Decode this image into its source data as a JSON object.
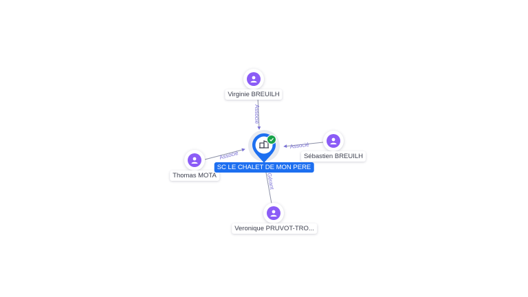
{
  "company": {
    "name": "SC LE CHALET DE MON PERE",
    "verified_color": "#17a34a",
    "accent_color": "#1d6ff0",
    "icon": "building-icon"
  },
  "persons": [
    {
      "id": "virginie",
      "name": "Virginie BREUILH",
      "icon": "person-icon"
    },
    {
      "id": "sebastien",
      "name": "Sébastien BREUILH",
      "icon": "person-icon"
    },
    {
      "id": "thomas",
      "name": "Thomas MOTA",
      "icon": "person-icon"
    },
    {
      "id": "veronique",
      "name": "Veronique PRUVOT-TRO...",
      "icon": "person-icon"
    }
  ],
  "relations": [
    {
      "from": "virginie",
      "label": "Associé"
    },
    {
      "from": "sebastien",
      "label": "Associé"
    },
    {
      "from": "thomas",
      "label": "Associé"
    },
    {
      "from": "veronique",
      "label": "Gérant"
    }
  ],
  "colors": {
    "person_icon": "#8b5cf6",
    "edge": "#8b8fa6",
    "edge_label": "#7b72d6"
  }
}
